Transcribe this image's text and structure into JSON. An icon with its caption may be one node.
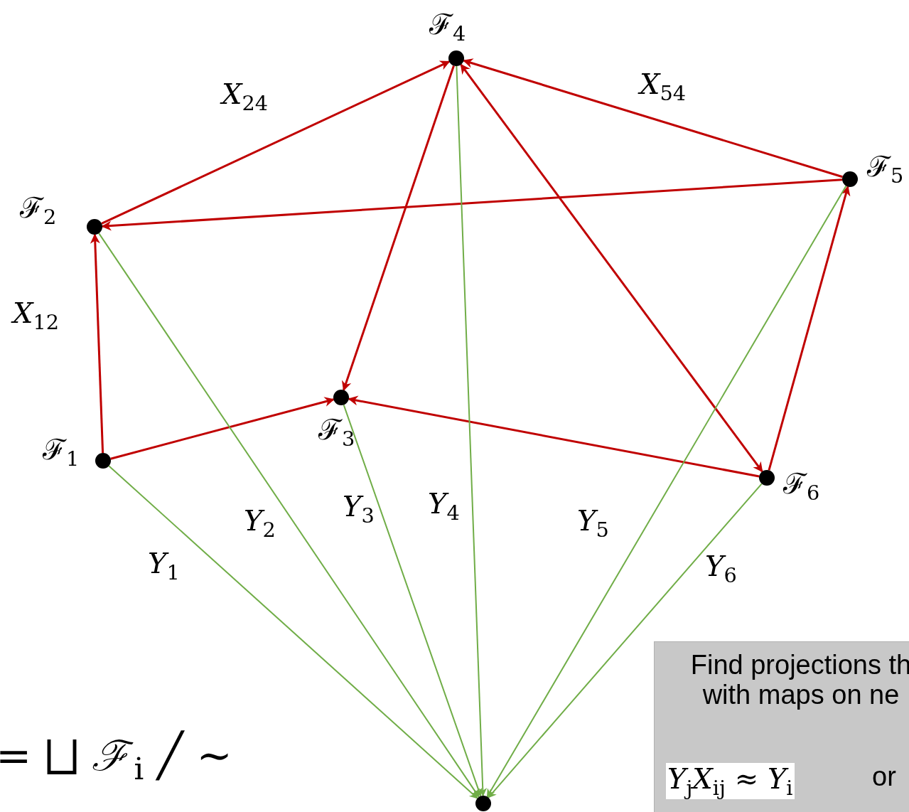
{
  "diagram": {
    "nodes": [
      {
        "text": [],
        "shape": "circle",
        "beside": [
          "ℱ$_{1}$"
        ]
      },
      {
        "text": [],
        "shape": "circle",
        "beside": [
          "ℱ$_{2}$"
        ]
      },
      {
        "text": [],
        "shape": "circle",
        "beside": [
          "ℱ$_{3}$"
        ]
      },
      {
        "text": [],
        "shape": "circle",
        "beside": [
          "ℱ$_{4}$"
        ]
      },
      {
        "text": [],
        "shape": "circle",
        "beside": [
          "ℱ$_{5}$"
        ]
      },
      {
        "text": [],
        "shape": "circle",
        "beside": [
          "ℱ$_{6}$"
        ]
      },
      {
        "text": [],
        "shape": "circle"
      },
      {
        "text": [
          "Find projections th with maps on ne",
          "*Y*$_{j}$*X*$_{ij}$ ≈ *Y*$_{i}$",
          "or"
        ]
      }
    ],
    "edges": [
      {
        "from": 0,
        "to": 1,
        "arrow": "to",
        "label": "*X*$_{12}$"
      },
      {
        "from": 1,
        "to": 3,
        "arrow": "to",
        "label": "*X*$_{24}$"
      },
      {
        "from": 4,
        "to": 3,
        "arrow": "to",
        "label": "*X*$_{54}$"
      },
      {
        "from": 4,
        "to": 1,
        "arrow": "to"
      },
      {
        "from": 3,
        "to": 2,
        "arrow": "to"
      },
      {
        "from": 3,
        "to": 5,
        "arrow": "both"
      },
      {
        "from": 0,
        "to": 2,
        "arrow": "to"
      },
      {
        "from": 5,
        "to": 2,
        "arrow": "to"
      },
      {
        "from": 5,
        "to": 4,
        "arrow": "to"
      },
      {
        "from": 0,
        "to": 6,
        "arrow": "to",
        "label": "*Y*$_{1}$",
        "color": "#70ad47"
      },
      {
        "from": 1,
        "to": 6,
        "arrow": "to",
        "label": "*Y*$_{2}$",
        "color": "#70ad47"
      },
      {
        "from": 2,
        "to": 6,
        "arrow": "to",
        "label": "*Y*$_{3}$",
        "color": "#70ad47"
      },
      {
        "from": 3,
        "to": 6,
        "arrow": "to",
        "label": "*Y*$_{4}$",
        "color": "#70ad47"
      },
      {
        "from": 4,
        "to": 6,
        "arrow": "to",
        "label": "*Y*$_{5}$",
        "color": "#70ad47"
      },
      {
        "from": 5,
        "to": 6,
        "arrow": "to",
        "label": "*Y*$_{6}$",
        "color": "#70ad47"
      }
    ],
    "labels": [
      "= ⨆ ℱ$_{i}$ ╱ ∼"
    ]
  }
}
